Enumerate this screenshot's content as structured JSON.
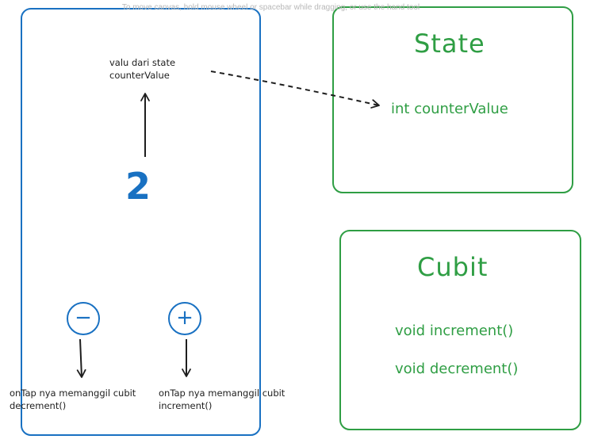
{
  "hint": "To move canvas, hold mouse wheel or spacebar while dragging, or use the hand tool",
  "phone": {
    "state_note": [
      "valu dari state",
      "counterValue"
    ],
    "counter_value": "2",
    "minus_symbol": "−",
    "plus_symbol": "+",
    "minus_note": [
      "onTap nya memanggil cubit",
      "decrement()"
    ],
    "plus_note": [
      "onTap nya memanggil cubit",
      "increment()"
    ]
  },
  "state_box": {
    "title": "State",
    "field": "int counterValue"
  },
  "cubit_box": {
    "title": "Cubit",
    "methods": [
      "void increment()",
      "void decrement()"
    ]
  },
  "colors": {
    "blue": "#1971c2",
    "green": "#2f9e44",
    "ink": "#1e1e1e",
    "hint": "#b8b8b8"
  }
}
